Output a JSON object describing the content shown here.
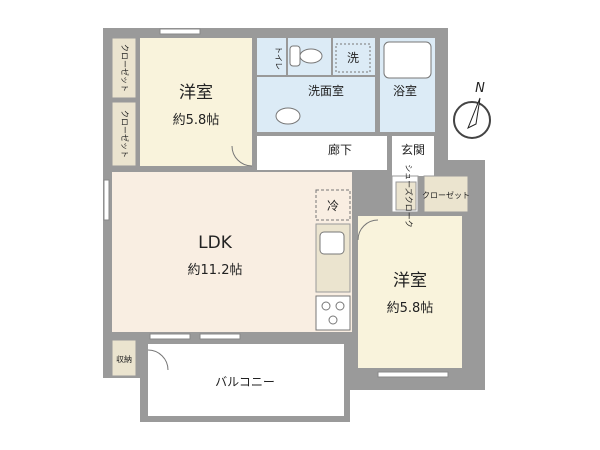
{
  "rooms": {
    "western_nw": {
      "name": "洋室",
      "size": "約5.8帖"
    },
    "ldk": {
      "name": "LDK",
      "size": "約11.2帖"
    },
    "western_se": {
      "name": "洋室",
      "size": "約5.8帖"
    },
    "washroom": "洗面室",
    "bathroom": "浴室",
    "toilet": "トイレ",
    "laundry": "洗",
    "hallway": "廊下",
    "entrance": "玄関",
    "shoe_closet": "シューズクローク",
    "closet_top": "クローゼット",
    "closet_mid": "クローゼット",
    "closet_right": "クローゼット",
    "storage": "収納",
    "fridge": "冷",
    "balcony": "バルコニー"
  },
  "compass": {
    "label": "N"
  },
  "colors": {
    "wall": "#9a9a9a",
    "western": "#f9f3dc",
    "ldk": "#f9eee2",
    "water": "#dcebf6",
    "closet": "#ebe4cf"
  }
}
